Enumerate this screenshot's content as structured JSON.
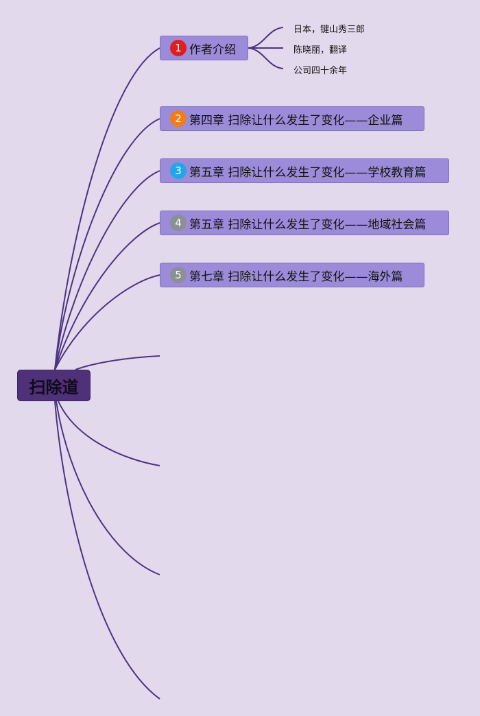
{
  "root": {
    "label": "扫除道"
  },
  "branches": [
    {
      "number": "1",
      "label": "作者介绍",
      "badge_color": "#e01e1e"
    },
    {
      "number": "2",
      "label": "第四章 扫除让什么发生了变化——企业篇",
      "badge_color": "#f07c1a"
    },
    {
      "number": "3",
      "label": "第五章 扫除让什么发生了变化——学校教育篇",
      "badge_color": "#22a6e8"
    },
    {
      "number": "4",
      "label": "第五章 扫除让什么发生了变化——地域社会篇",
      "badge_color": "#8e8e96"
    },
    {
      "number": "5",
      "label": "第七章 扫除让什么发生了变化——海外篇",
      "badge_color": "#8e8e96"
    }
  ],
  "leaves": [
    {
      "label": "日本，键山秀三郎"
    },
    {
      "label": "陈晓丽，翻译"
    },
    {
      "label": "公司四十余年"
    }
  ],
  "colors": {
    "background": "#e3d9ec",
    "line": "#4a3480",
    "root_fill": "#4f3179",
    "branch_fill": "#9b8bd9"
  }
}
